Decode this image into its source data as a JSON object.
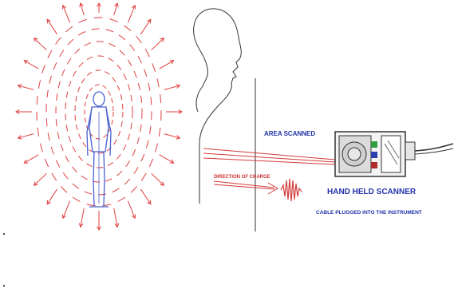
{
  "labels": {
    "area_scanned": "AREA SCANNED",
    "direction_of_charge": "DIRECTION OF CHARGE",
    "hand_held_scanner": "HAND HELD SCANNER",
    "cable_plugged": "CABLE PLUGGED INTO THE INSTRUMENT"
  },
  "colors": {
    "field": "#e04040",
    "figure": "#4a5fd0",
    "text": "#2233aa",
    "outline": "#333333",
    "scanner_green": "#2e9e3e",
    "scanner_blue": "#2a3fb0",
    "scanner_red": "#b02a2a"
  }
}
